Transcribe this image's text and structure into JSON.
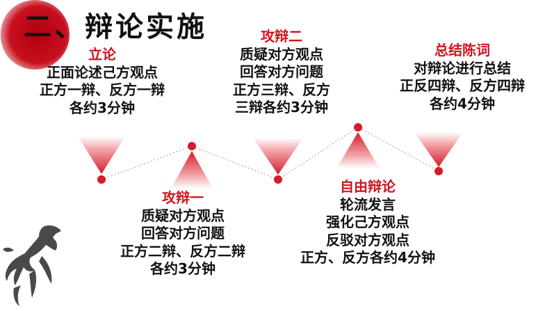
{
  "title": "二、辩论实施",
  "stages": [
    {
      "heading": "立论",
      "lines": [
        "正面论述己方观点",
        "正方一辩、反方一辩",
        "各约3分钟"
      ]
    },
    {
      "heading": "攻辩一",
      "lines": [
        "质疑对方观点",
        "回答对方问题",
        "正方二辩、反方二辩",
        "各约3分钟"
      ]
    },
    {
      "heading": "攻辩二",
      "lines": [
        "质疑对方观点",
        "回答对方问题",
        "正方三辩、反方",
        "三辩各约3分钟"
      ]
    },
    {
      "heading": "自由辩论",
      "lines": [
        "轮流发言",
        "强化己方观点",
        "反驳对方观点",
        "正方、反方各约4分钟"
      ]
    },
    {
      "heading": "总结陈词",
      "lines": [
        "对辩论进行总结",
        "正反四辩、反方四辩",
        "各约4分钟"
      ]
    }
  ],
  "colors": {
    "accent": "#d0141e",
    "text": "#111111",
    "line": "#999999"
  },
  "decoration": "horse-ink-painting-icon"
}
